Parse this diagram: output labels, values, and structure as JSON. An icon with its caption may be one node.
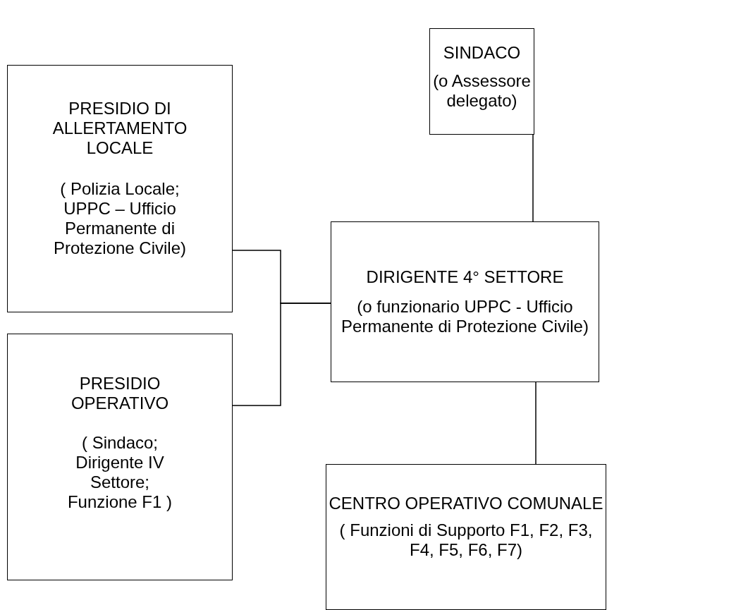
{
  "diagram": {
    "nodes": [
      {
        "text": [
          "SINDACO",
          "(o Assessore delegato)"
        ]
      },
      {
        "text": [
          "PRESIDIO DI ALLERTAMENTO LOCALE",
          "( Polizia Locale; UPPC – Ufficio Permanente di Protezione Civile)"
        ]
      },
      {
        "text": [
          "DIRIGENTE 4° SETTORE",
          "(o funzionario UPPC - Ufficio Permanente di Protezione Civile)"
        ]
      },
      {
        "text": [
          "PRESIDIO OPERATIVO",
          "( Sindaco; Dirigente IV Settore; Funzione F1 )"
        ]
      },
      {
        "text": [
          "CENTRO OPERATIVO COMUNALE",
          "( Funzioni di Supporto F1, F2, F3, F4, F5, F6, F7)"
        ]
      }
    ],
    "edges": [
      {
        "from": 0,
        "to": 2,
        "arrow": "none"
      },
      {
        "from": 1,
        "to": 2,
        "arrow": "none"
      },
      {
        "from": 3,
        "to": 2,
        "arrow": "none"
      },
      {
        "from": 2,
        "to": 4,
        "arrow": "none"
      }
    ]
  }
}
